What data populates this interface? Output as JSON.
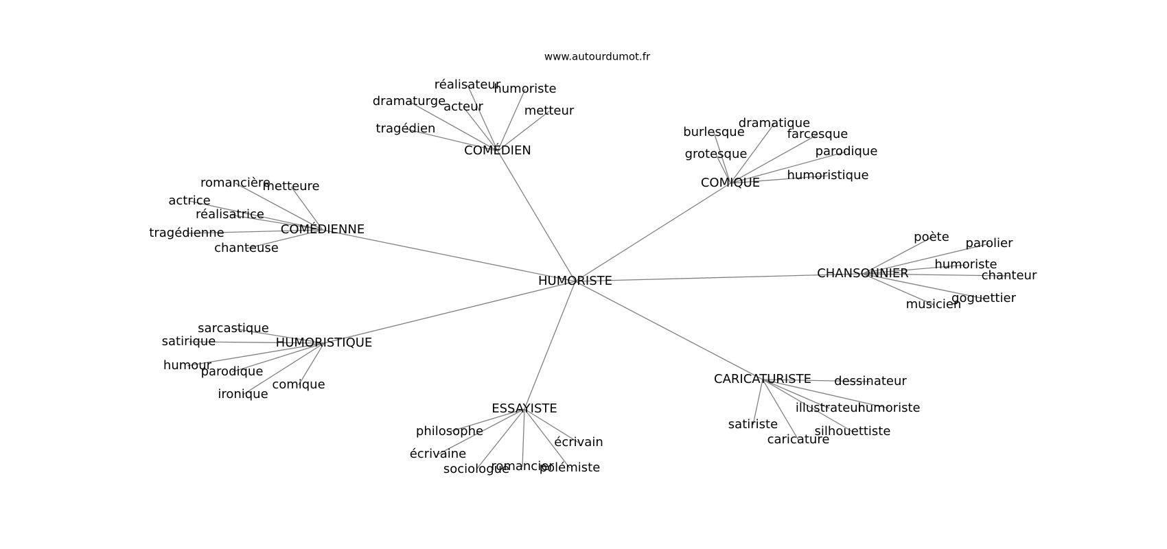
{
  "watermark": "www.autourdumot.fr",
  "graph": {
    "center": "HUMORISTE",
    "groups": [
      {
        "label": "COMÉDIEN",
        "words": [
          "réalisateur",
          "humoriste",
          "dramaturge",
          "acteur",
          "metteur",
          "tragédien"
        ]
      },
      {
        "label": "COMIQUE",
        "words": [
          "dramatique",
          "burlesque",
          "farcesque",
          "grotesque",
          "parodique",
          "humoristique"
        ]
      },
      {
        "label": "COMÉDIENNE",
        "words": [
          "romancière",
          "metteure",
          "actrice",
          "réalisatrice",
          "tragédienne",
          "chanteuse"
        ]
      },
      {
        "label": "CHANSONNIER",
        "words": [
          "poète",
          "parolier",
          "humoriste",
          "chanteur",
          "goguettier",
          "musicien"
        ]
      },
      {
        "label": "HUMORISTIQUE",
        "words": [
          "sarcastique",
          "satirique",
          "humour",
          "parodique",
          "comique",
          "ironique"
        ]
      },
      {
        "label": "CARICATURISTE",
        "words": [
          "dessinateur",
          "illustrateur",
          "humoriste",
          "satiriste",
          "silhouettiste",
          "caricature"
        ]
      },
      {
        "label": "ESSAYISTE",
        "words": [
          "philosophe",
          "écrivain",
          "écrivaine",
          "sociologue",
          "romancier",
          "polémiste"
        ]
      }
    ]
  },
  "colors": {
    "edge": "#808080",
    "text": "#000000",
    "background": "#ffffff"
  }
}
